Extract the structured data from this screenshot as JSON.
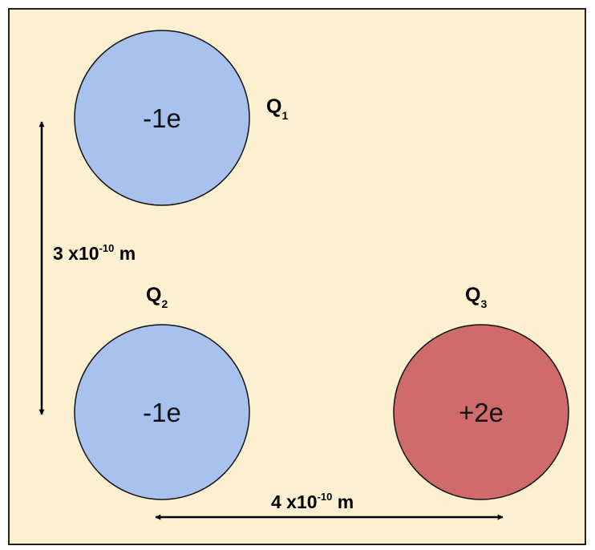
{
  "colors": {
    "background": "#fcf0d0",
    "border": "#222222",
    "negative_charge": "#a8c1ef",
    "positive_charge": "#d06b6b",
    "arrow": "#000000"
  },
  "charges": [
    {
      "name": "Q",
      "subscript": "1",
      "value": "-1e",
      "sign": "negative"
    },
    {
      "name": "Q",
      "subscript": "2",
      "value": "-1e",
      "sign": "negative"
    },
    {
      "name": "Q",
      "subscript": "3",
      "value": "+2e",
      "sign": "positive"
    }
  ],
  "distances": {
    "vertical": {
      "mantissa": "3 x10",
      "exponent": "-10",
      "unit": " m"
    },
    "horizontal": {
      "mantissa": "4 x10",
      "exponent": "-10",
      "unit": " m"
    }
  }
}
